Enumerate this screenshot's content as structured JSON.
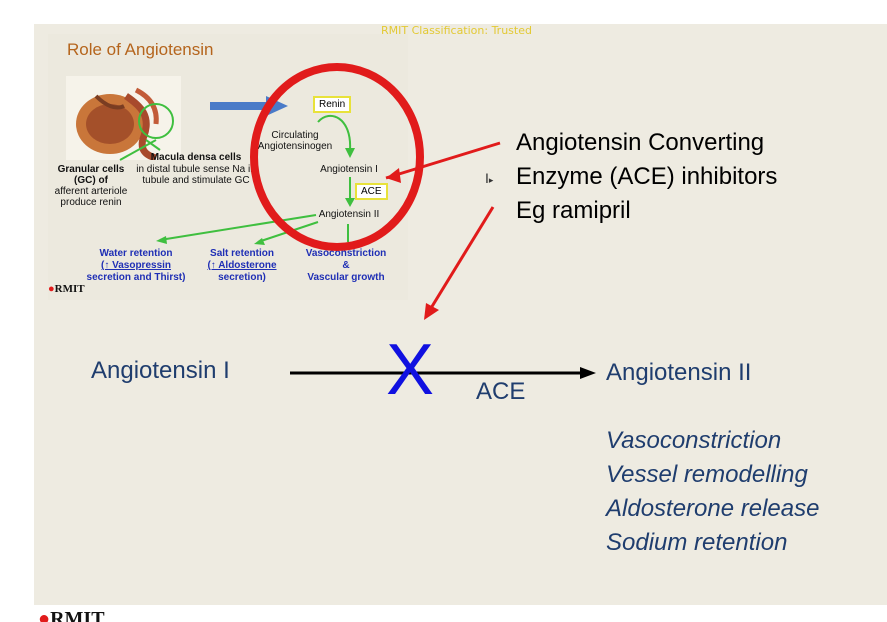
{
  "classification": "RMIT Classification: Trusted",
  "inset": {
    "title": "Role of Angiotensin",
    "renin": "Renin",
    "circulating": "Circulating",
    "angiotensinogen": "Angiotensinogen",
    "angiotensin_i": "Angiotensin I",
    "ace": "ACE",
    "angiotensin_ii": "Angiotensin II",
    "granular_1": "Granular cells",
    "granular_2": "(GC) of",
    "granular_3": "afferent arteriole",
    "granular_4": "produce renin",
    "macula_1": "Macula densa cells",
    "macula_2": "in distal tubule sense Na in",
    "macula_3": "tubule and stimulate GC",
    "water_1": "Water retention",
    "water_2": "(↑ Vasopressin",
    "water_3": "secretion and Thirst)",
    "salt_1": "Salt retention",
    "salt_2": "(↑ Aldosterone",
    "salt_3": "secretion)",
    "vaso_1": "Vasoconstriction",
    "vaso_2": "&",
    "vaso_3": "Vascular growth",
    "logo": "RMIT"
  },
  "ace_inhibitors": {
    "line1": "Angiotensin Converting",
    "line2": "Enzyme (ACE) inhibitors",
    "line3": "Eg ramipril"
  },
  "reaction": {
    "from": "Angiotensin I",
    "enzyme": "ACE",
    "to": "Angiotensin II",
    "block_mark": "X"
  },
  "effects": [
    "Vasoconstriction",
    "Vessel remodelling",
    "Aldosterone release",
    "Sodium retention"
  ],
  "footer_logo": "RMIT",
  "colors": {
    "red": "#e11b1b",
    "green": "#3fbf3f",
    "blue_x": "#1010e0",
    "navy": "#1f3d6e",
    "arrow_blue": "#4a7bc8"
  }
}
